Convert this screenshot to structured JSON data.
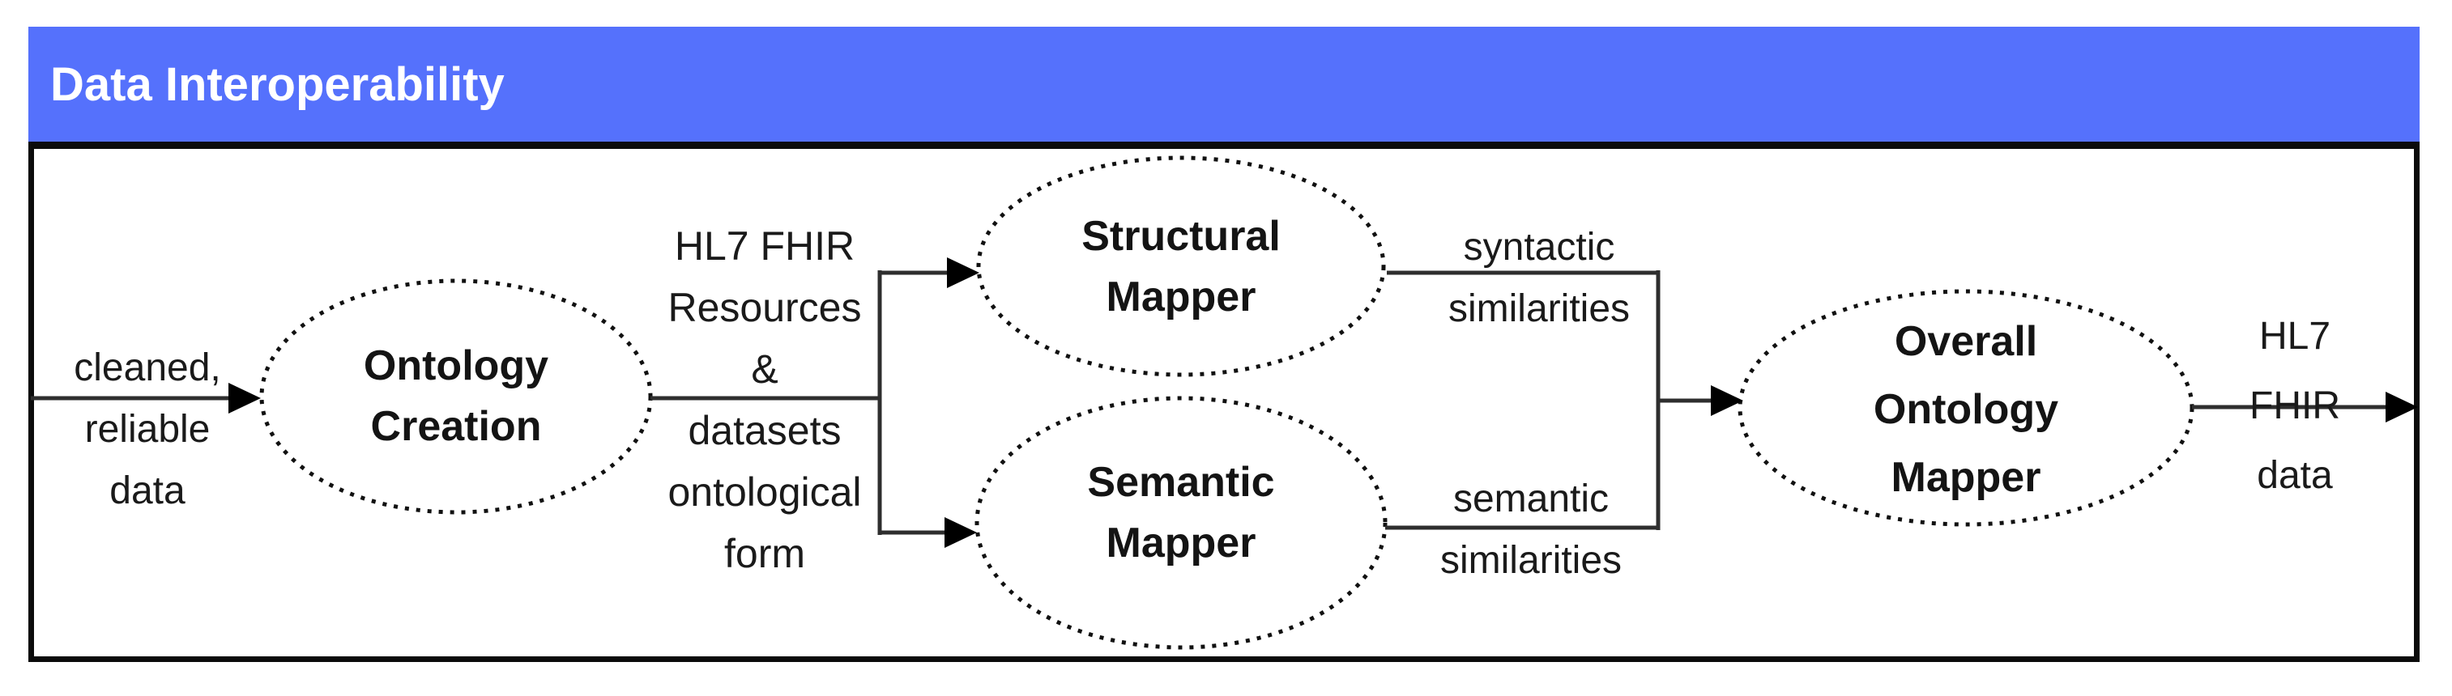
{
  "header": {
    "title": "Data Interoperability"
  },
  "colors": {
    "header_bg": "#5571FC",
    "header_text": "#ffffff",
    "box_border": "#0b0b0b",
    "line": "#2e2e2e",
    "arrowhead": "#000000",
    "ellipse_dots": "#111111",
    "label_text": "#1a1a1a"
  },
  "nodes": {
    "ontology_creation": {
      "label": "Ontology\nCreation"
    },
    "structural_mapper": {
      "label": "Structural\nMapper"
    },
    "semantic_mapper": {
      "label": "Semantic\nMapper"
    },
    "overall_ontology_mapper": {
      "label": "Overall\nOntology\nMapper"
    }
  },
  "edge_labels": {
    "input": "cleaned,\nreliable\ndata",
    "intermediate": "HL7 FHIR\nResources\n&\ndatasets\nontological\nform",
    "structural_output": "syntactic\nsimilarities",
    "semantic_output": "semantic\nsimilarities",
    "final_output": "HL7 FHIR\ndata"
  }
}
